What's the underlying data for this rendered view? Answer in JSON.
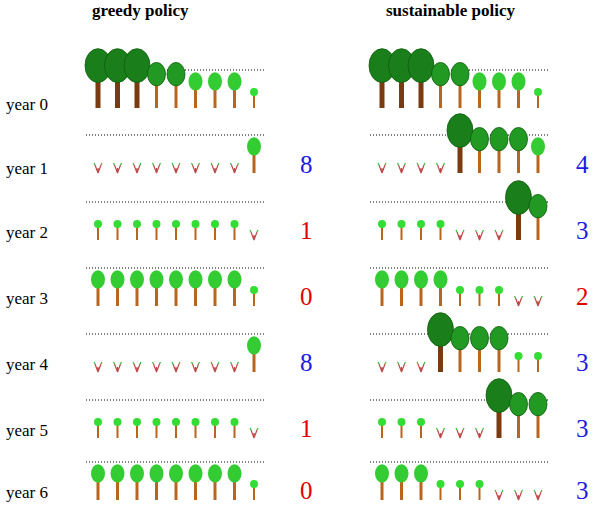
{
  "diagram": {
    "labels": [
      "greedy policy",
      "sustainable policy",
      "year 0",
      "year 1",
      "8",
      "4",
      "year 2",
      "1",
      "3",
      "year 3",
      "0",
      "2",
      "year 4",
      "8",
      "3",
      "year 5",
      "1",
      "3",
      "year 6",
      "0",
      "3"
    ]
  }
}
